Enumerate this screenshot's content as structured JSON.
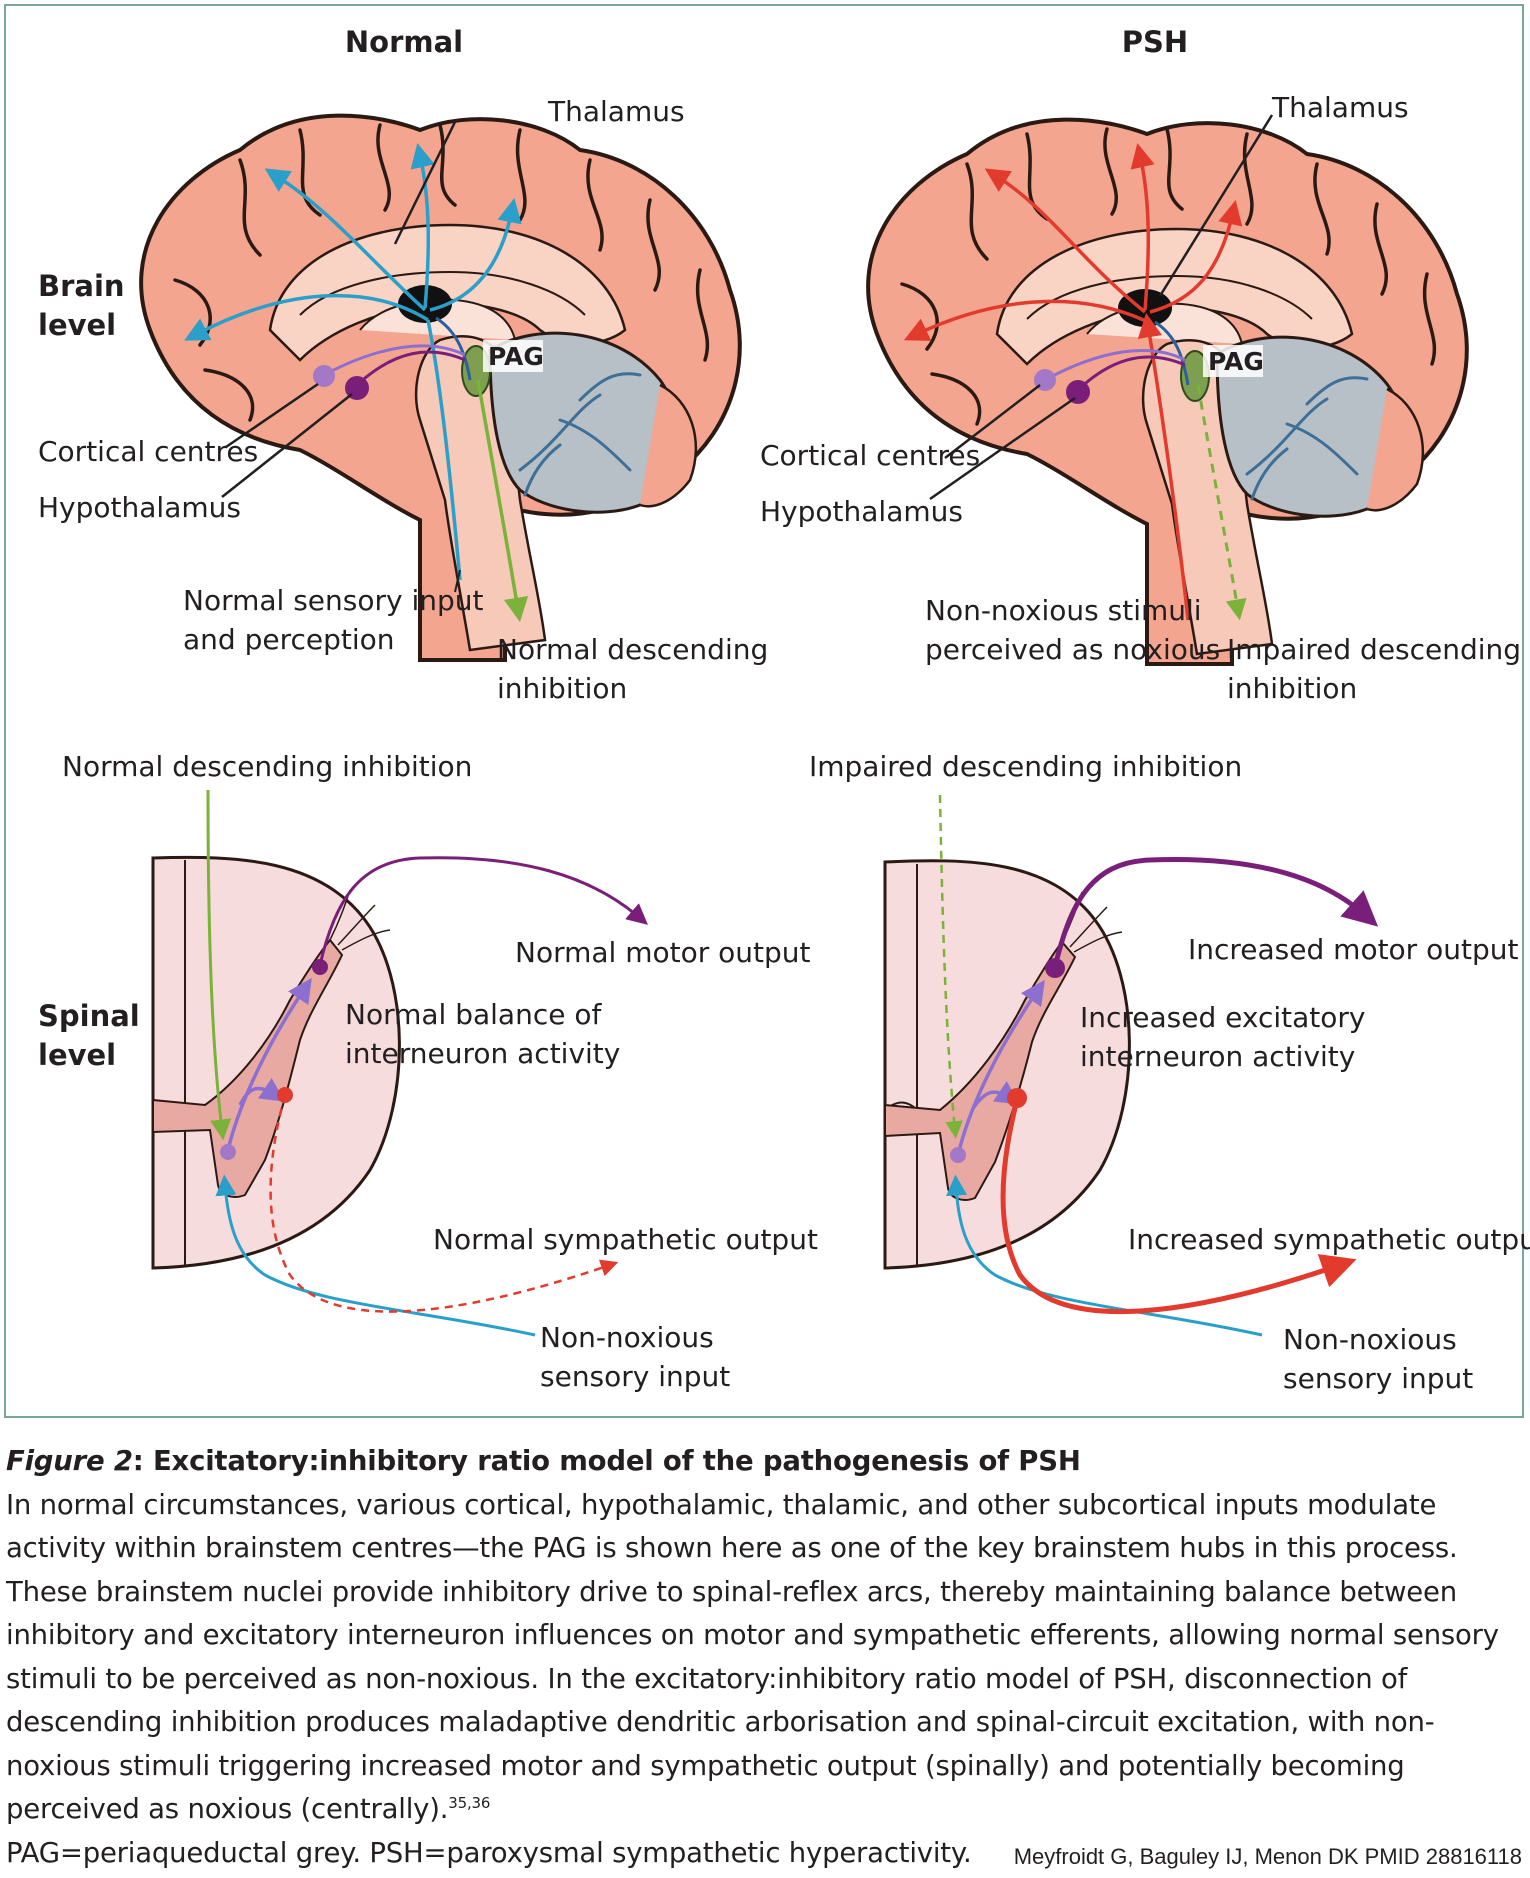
{
  "colors": {
    "cortex": "#f4a58f",
    "cortex_outline": "#2b1a14",
    "inner_brain": "#f9d3c4",
    "brainstem": "#f7c9b8",
    "cerebellum": "#b7c0c6",
    "spinal_cord": "#f6dcdc",
    "grey_matter": "#e7a9a2",
    "normal_path": "#2a9fc9",
    "inhibition_path": "#7bb23a",
    "motor_path": "#7a1f79",
    "sympathetic_path": "#e23b2e",
    "noxious_path": "#e23b2e",
    "cortical_node": "#a278c7",
    "hypothalamus_node": "#7a1f79",
    "pag_node": "#7d9f4f",
    "frame": "#7aa69a"
  },
  "panels": {
    "normal_title": "Normal",
    "psh_title": "PSH"
  },
  "row_labels": {
    "brain_line1": "Brain",
    "brain_line2": "level",
    "spinal_line1": "Spinal",
    "spinal_line2": "level"
  },
  "normal_brain": {
    "thalamus": "Thalamus",
    "pag": "PAG",
    "cortical_centres": "Cortical centres",
    "hypothalamus": "Hypothalamus",
    "sensory_line1": "Normal sensory input",
    "sensory_line2": "and perception",
    "descending_line1": "Normal descending",
    "descending_line2": "inhibition"
  },
  "psh_brain": {
    "thalamus": "Thalamus",
    "pag": "PAG",
    "cortical_centres": "Cortical centres",
    "hypothalamus": "Hypothalamus",
    "stimuli_line1": "Non-noxious stimuli",
    "stimuli_line2": "perceived as noxious",
    "descending_line1": "Impaired descending",
    "descending_line2": "inhibition"
  },
  "normal_spinal": {
    "descending": "Normal descending inhibition",
    "motor": "Normal motor output",
    "balance_line1": "Normal balance of",
    "balance_line2": "interneuron activity",
    "sympathetic": "Normal sympathetic output",
    "sensory_line1": "Non-noxious",
    "sensory_line2": "sensory input"
  },
  "psh_spinal": {
    "descending": "Impaired descending inhibition",
    "motor": "Increased motor output",
    "excitatory_line1": "Increased excitatory",
    "excitatory_line2": "interneuron activity",
    "sympathetic": "Increased sympathetic output",
    "sensory_line1": "Non-noxious",
    "sensory_line2": "sensory input"
  },
  "caption": {
    "figure_label": "Figure 2",
    "title_rest": ": Excitatory:inhibitory ratio model of the pathogenesis of PSH",
    "body": "In normal circumstances, various cortical, hypothalamic, thalamic, and other subcortical inputs modulate activity within brainstem centres—the PAG is shown here as one of the key brainstem hubs in this process. These brainstem nuclei provide inhibitory drive to spinal-reflex arcs, thereby maintaining balance between inhibitory and excitatory interneuron influences on motor and sympathetic efferents, allowing normal sensory stimuli to be perceived as non-noxious. In the excitatory:inhibitory ratio model of PSH, disconnection of descending inhibition produces maladaptive dendritic arborisation and spinal-circuit excitation, with non-noxious stimuli triggering increased motor and sympathetic output (spinally) and potentially becoming perceived as noxious (centrally).",
    "refs": "35,36",
    "abbreviations": "PAG=periaqueductal grey. PSH=paroxysmal sympathetic hyperactivity."
  },
  "credit": "Meyfroidt G, Baguley IJ, Menon DK  PMID  28816118"
}
